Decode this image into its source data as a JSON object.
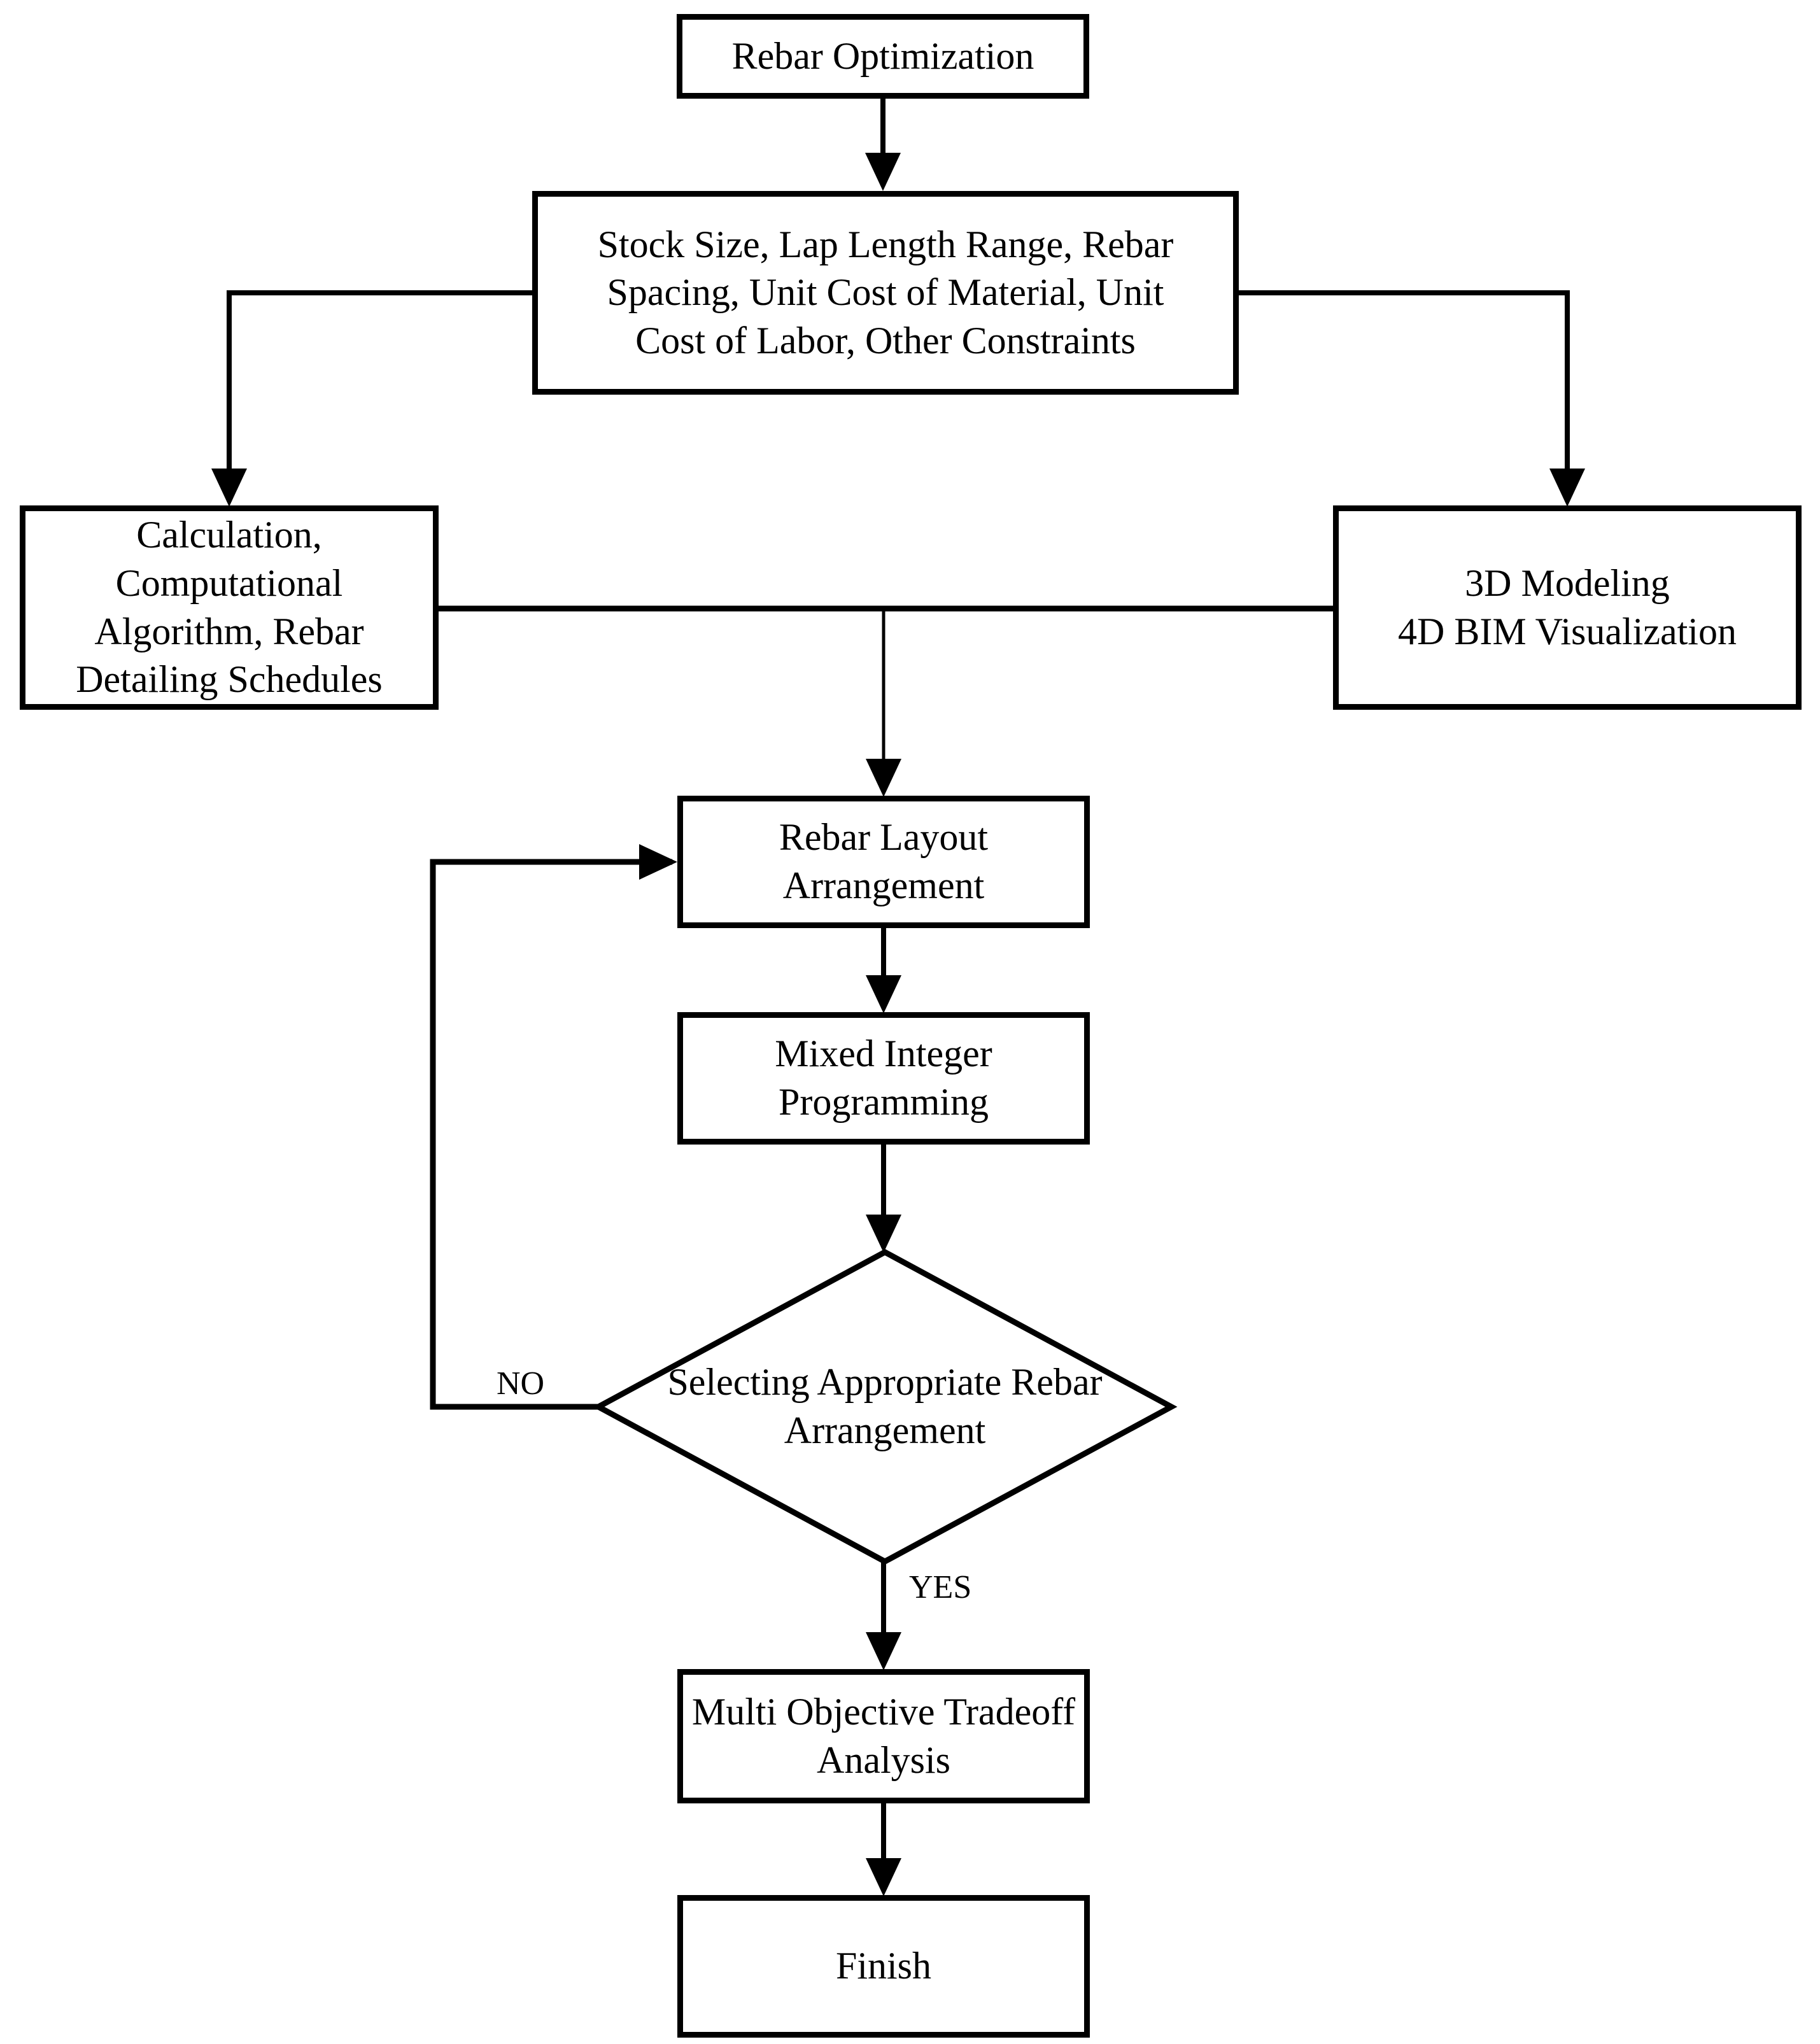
{
  "diagram": {
    "title": "Rebar optimization flowchart",
    "background_color": "#ffffff",
    "line_color": "#000000",
    "text_color": "#000000",
    "nodes": {
      "rebar_optimization": {
        "shape": "process",
        "label": "Rebar Optimization"
      },
      "constraints": {
        "shape": "process",
        "label": "Stock Size, Lap Length Range, Rebar\nSpacing, Unit Cost of Material, Unit\nCost of Labor, Other Constraints"
      },
      "calculation": {
        "shape": "process",
        "label": "Calculation,\nComputational\nAlgorithm, Rebar\nDetailing Schedules"
      },
      "modeling": {
        "shape": "process",
        "label": "3D Modeling\n4D BIM Visualization"
      },
      "rebar_layout": {
        "shape": "process",
        "label": "Rebar Layout\nArrangement"
      },
      "mip": {
        "shape": "process",
        "label": "Mixed Integer\nProgramming"
      },
      "decision": {
        "shape": "decision",
        "label": "Selecting Appropriate Rebar\nArrangement"
      },
      "tradeoff": {
        "shape": "process",
        "label": "Multi Objective Tradeoff\nAnalysis"
      },
      "finish": {
        "shape": "process",
        "label": "Finish"
      }
    },
    "edge_labels": {
      "no": "NO",
      "yes": "YES"
    }
  }
}
